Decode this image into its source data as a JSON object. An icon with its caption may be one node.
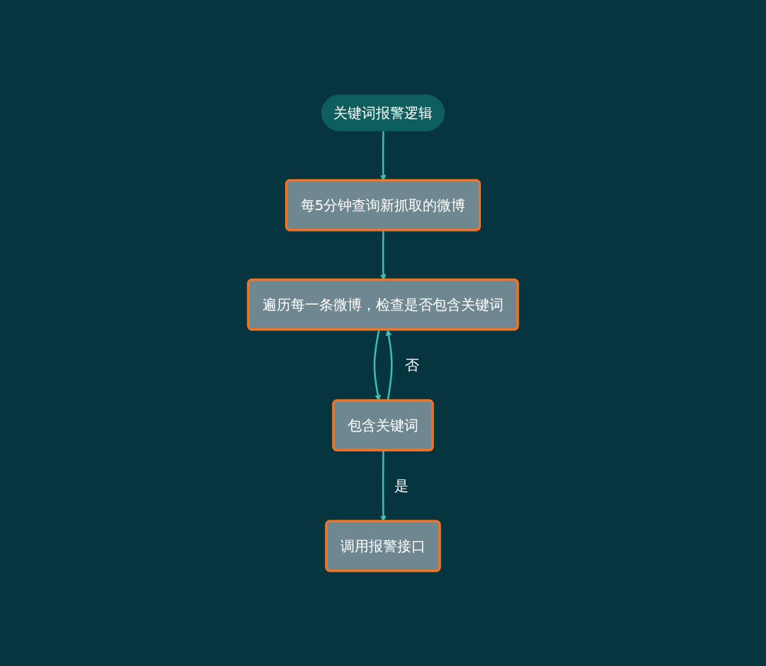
{
  "diagram": {
    "nodes": [
      {
        "text": [
          "关键词报警逻辑"
        ]
      },
      {
        "text": [
          "每5分钟查询新抓取的微博"
        ]
      },
      {
        "text": [
          "遍历每一条微博，检查是否包含关键词"
        ]
      },
      {
        "text": [
          "包含关键词"
        ]
      },
      {
        "text": [
          "调用报警接口"
        ]
      }
    ],
    "edges": [
      {
        "from": 0,
        "to": 1,
        "arrow": "to"
      },
      {
        "from": 1,
        "to": 2,
        "arrow": "to"
      },
      {
        "from": 2,
        "to": 3,
        "arrow": "to"
      },
      {
        "from": 3,
        "to": 4,
        "label": "是",
        "arrow": "to"
      },
      {
        "from": 3,
        "to": 2,
        "label": "否",
        "arrow": "to"
      }
    ]
  }
}
